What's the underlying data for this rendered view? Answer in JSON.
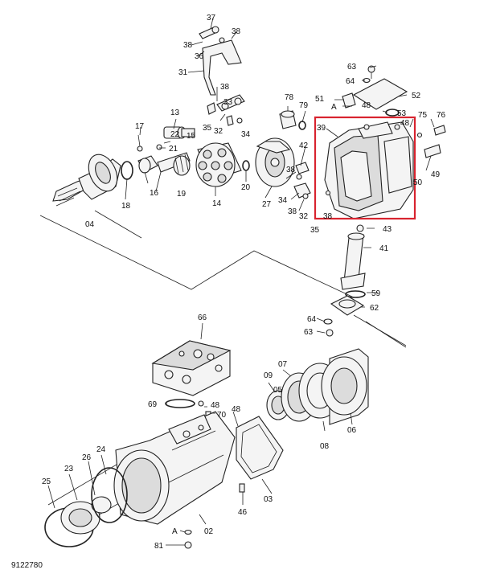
{
  "drawing_number": "9122780",
  "highlight_color": "#d8242f",
  "labels": {
    "37": "37",
    "38": "38",
    "36": "36",
    "31": "31",
    "33": "33",
    "35": "35",
    "32": "32",
    "34": "34",
    "13": "13",
    "17": "17",
    "21": "21",
    "22": "22",
    "15": "15",
    "16": "16",
    "19": "19",
    "18": "18",
    "14": "14",
    "20": "20",
    "04": "04",
    "27": "27",
    "42": "42",
    "78": "78",
    "79": "79",
    "63": "63",
    "64": "64",
    "52": "52",
    "51": "51",
    "A": "A",
    "48": "48",
    "53": "53",
    "75": "75",
    "76": "76",
    "39": "39",
    "49": "49",
    "50": "50",
    "43": "43",
    "41": "41",
    "59": "59",
    "62": "62",
    "66": "66",
    "69": "69",
    "70": "70",
    "09": "09",
    "07": "07",
    "08": "08",
    "06": "06",
    "05": "05",
    "03": "03",
    "46": "46",
    "02": "02",
    "81": "81",
    "25": "25",
    "23": "23",
    "26": "26",
    "24": "24"
  }
}
